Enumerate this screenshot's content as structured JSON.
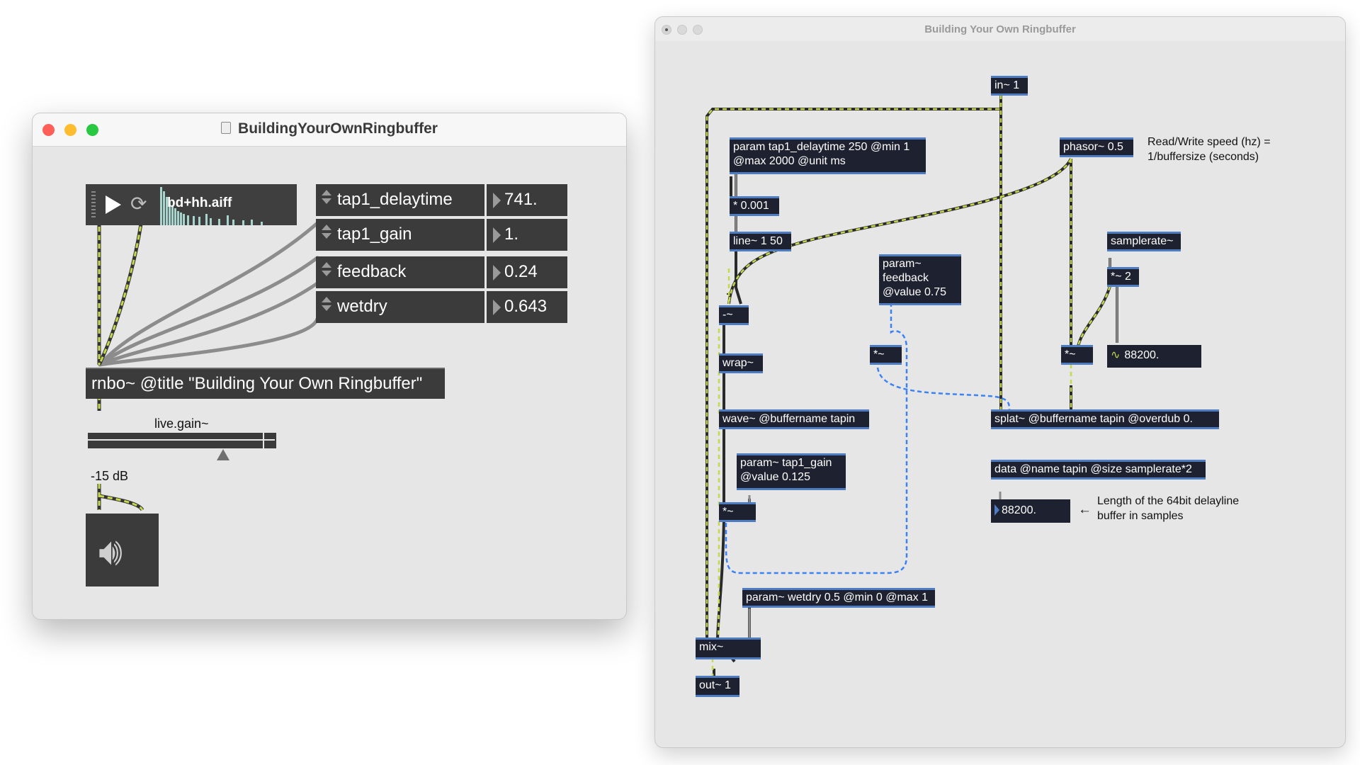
{
  "left_window": {
    "title": "BuildingYourOwnRingbuffer",
    "playlist": {
      "file": "bd+hh.aiff"
    },
    "params": [
      {
        "name": "tap1_delaytime",
        "value": "741."
      },
      {
        "name": "tap1_gain",
        "value": "1."
      },
      {
        "name": "feedback",
        "value": "0.24"
      },
      {
        "name": "wetdry",
        "value": "0.643"
      }
    ],
    "rnbo_object": "rnbo~ @title \"Building Your Own Ringbuffer\"",
    "gain": {
      "label": "live.gain~",
      "value_text": "-15 dB"
    }
  },
  "right_window": {
    "title": "Building Your Own Ringbuffer",
    "objects": {
      "in1": "in~ 1",
      "param_delaytime": "param tap1_delaytime 250 @min 1 @max 2000 @unit ms",
      "mul_001": "* 0.001",
      "line": "line~ 1 50",
      "phasor": "phasor~ 0.5",
      "samplerate": "samplerate~",
      "mul2": "*~ 2",
      "param_feedback": "param~ feedback @value 0.75",
      "minus": "-~",
      "wrap": "wrap~",
      "mul_feedback": "*~",
      "mul_phasor": "*~",
      "num_samplerate": "88200.",
      "wave": "wave~ @buffername tapin",
      "splat": "splat~ @buffername tapin @overdub 0.",
      "param_tap1_gain": "param~ tap1_gain @value 0.125",
      "data": "data @name tapin @size samplerate*2",
      "mul_gain": "*~",
      "num_size": "88200.",
      "param_wetdry": "param~ wetdry 0.5 @min 0 @max 1",
      "mix": "mix~",
      "out1": "out~ 1"
    },
    "comments": {
      "speed_line1": "Read/Write speed (hz) =",
      "speed_line2": "1/buffersize (seconds)",
      "arrow": "←",
      "length_line1": "Length of the 64bit delayline",
      "length_line2": "buffer in samples"
    }
  },
  "colors": {
    "object_bg": "#1e2130",
    "object_border": "#4d7cc3",
    "signal_cord": "#c7d94a",
    "control_cord": "#8c8c8c",
    "feedback_cord": "#3b82f6",
    "close": "#ff5f57",
    "minimize": "#febc2e",
    "zoom": "#28c840"
  }
}
